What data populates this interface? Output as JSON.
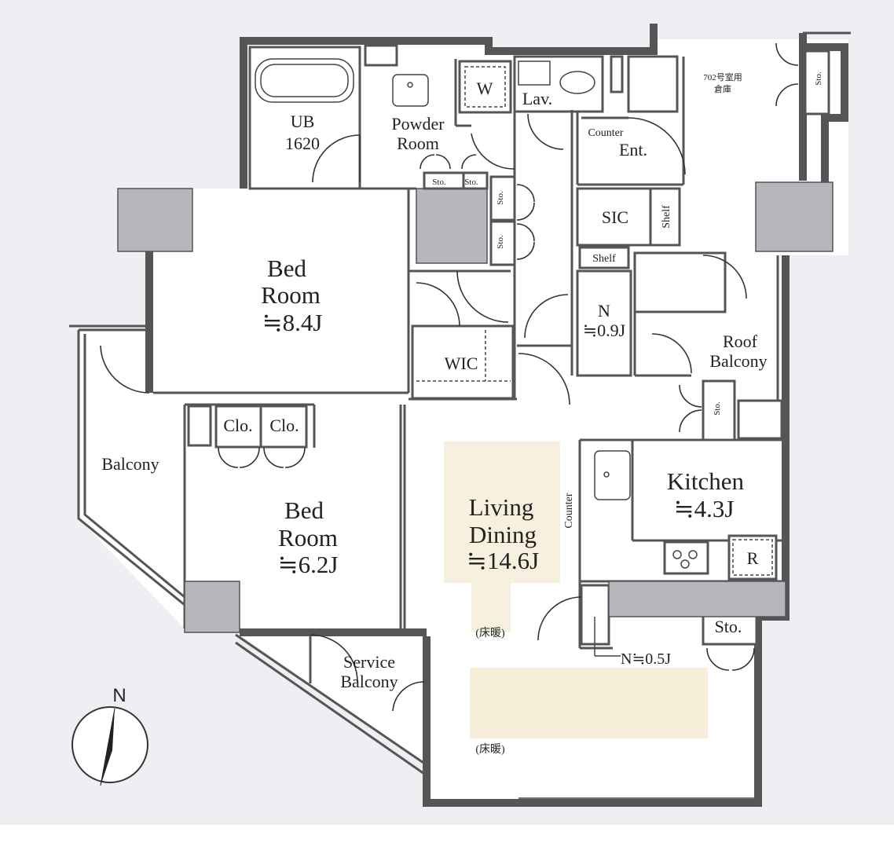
{
  "rooms": {
    "ub": [
      "UB",
      "1620"
    ],
    "powder": [
      "Powder",
      "Room"
    ],
    "washer": "W",
    "lav": "Lav.",
    "counter_top": "Counter",
    "entrance": "Ent.",
    "storage_702": [
      "702号室用",
      "倉庫"
    ],
    "sto": "Sto.",
    "sic": "SIC",
    "shelf": "Shelf",
    "bed1": [
      "Bed",
      "Room",
      "≒8.4J"
    ],
    "n_09": [
      "N",
      "≒0.9J"
    ],
    "wic": "WIC",
    "roof_balcony": [
      "Roof",
      "Balcony"
    ],
    "balcony": "Balcony",
    "clo": "Clo.",
    "bed2": [
      "Bed",
      "Room",
      "≒6.2J"
    ],
    "living": [
      "Living",
      "Dining",
      "≒14.6J"
    ],
    "counter_vertical": "Counter",
    "kitchen": [
      "Kitchen",
      "≒4.3J"
    ],
    "fridge": "R",
    "floor_heating": "(床暖)",
    "n_05": "N≒0.5J",
    "service_balcony": [
      "Service",
      "Balcony"
    ],
    "compass": "N"
  },
  "colors": {
    "wall": "#555555",
    "pillar": "#b6b6bd",
    "floor_heating": "#f8f0de",
    "background": "#efeef3"
  }
}
